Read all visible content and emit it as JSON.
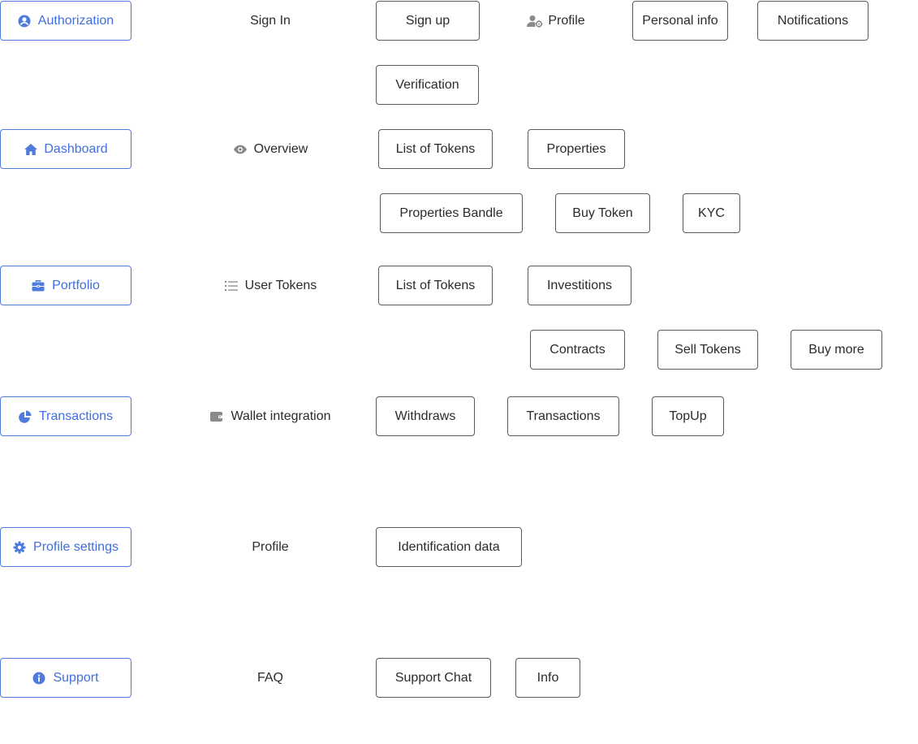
{
  "sections": {
    "authorization": {
      "label": "Authorization",
      "icon": "user-circle-icon",
      "sub": "Sign In",
      "items": [
        "Sign up",
        "Verification"
      ],
      "sub2": "Profile",
      "sub2_icon": "user-gear-icon",
      "sub2_items": [
        "Personal info",
        "Notifications"
      ]
    },
    "dashboard": {
      "label": "Dashboard",
      "icon": "home-icon",
      "sub": "Overview",
      "sub_icon": "eye-icon",
      "items": [
        "List of Tokens",
        "Properties",
        "Properties Bandle",
        "Buy Token",
        "KYC"
      ]
    },
    "portfolio": {
      "label": "Portfolio",
      "icon": "briefcase-icon",
      "sub": "User Tokens",
      "sub_icon": "list-icon",
      "items": [
        "List of Tokens",
        "Investitions",
        "Contracts",
        "Sell Tokens",
        "Buy more"
      ]
    },
    "transactions": {
      "label": "Transactions",
      "icon": "pie-chart-icon",
      "sub": "Wallet integration",
      "sub_icon": "wallet-icon",
      "items": [
        "Withdraws",
        "Transactions",
        "TopUp"
      ]
    },
    "profile_settings": {
      "label": "Profile settings",
      "icon": "gear-icon",
      "sub": "Profile",
      "items": [
        "Identification data"
      ]
    },
    "support": {
      "label": "Support",
      "icon": "info-icon",
      "sub": "FAQ",
      "items": [
        "Support Chat",
        "Info"
      ]
    }
  },
  "colors": {
    "accent": "#4f7bdc",
    "text": "#2b2b2b",
    "box_border": "#5a5a5a",
    "icon_gray": "#8a8a8a"
  }
}
